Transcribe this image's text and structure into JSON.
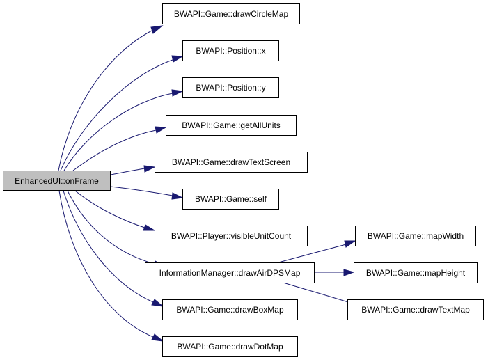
{
  "nodes": {
    "root": "EnhancedUI::onFrame",
    "drawCircleMap": "BWAPI::Game::drawCircleMap",
    "positionX": "BWAPI::Position::x",
    "positionY": "BWAPI::Position::y",
    "getAllUnits": "BWAPI::Game::getAllUnits",
    "drawTextScreen": "BWAPI::Game::drawTextScreen",
    "self": "BWAPI::Game::self",
    "visibleUnitCount": "BWAPI::Player::visibleUnitCount",
    "drawAirDPSMap": "InformationManager::drawAirDPSMap",
    "drawBoxMap": "BWAPI::Game::drawBoxMap",
    "drawDotMap": "BWAPI::Game::drawDotMap",
    "mapWidth": "BWAPI::Game::mapWidth",
    "mapHeight": "BWAPI::Game::mapHeight",
    "drawTextMap": "BWAPI::Game::drawTextMap"
  },
  "colors": {
    "edge": "#191970",
    "root_fill": "#bfbfbf",
    "node_fill": "#ffffff",
    "border": "#000000"
  }
}
